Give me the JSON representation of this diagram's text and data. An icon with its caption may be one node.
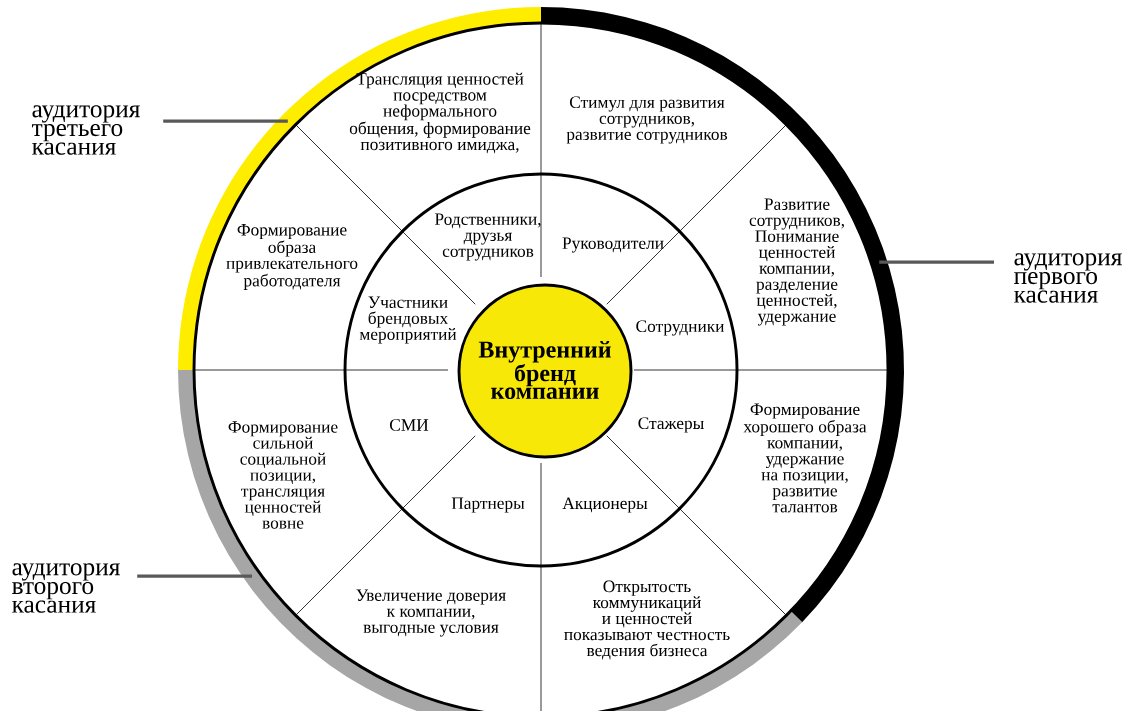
{
  "diagram": {
    "nodes": [
      {
        "text": [
          "аудитория третьего касания"
        ]
      },
      {
        "text": [
          "аудитория первого касания"
        ]
      },
      {
        "text": [
          "аудитория второго касания"
        ]
      },
      {
        "text": [],
        "shape": "arc"
      },
      {
        "text": [],
        "shape": "arc"
      },
      {
        "text": [],
        "shape": "arc"
      },
      {
        "text": [
          "Внутренний бренд компании"
        ]
      },
      {
        "text": [
          "Родственники, друзья сотрудников"
        ]
      },
      {
        "text": [
          "Руководители"
        ]
      },
      {
        "text": [
          "Сотрудники"
        ]
      },
      {
        "text": [
          "Стажеры"
        ]
      },
      {
        "text": [
          "Акционеры"
        ]
      },
      {
        "text": [
          "Партнеры"
        ]
      },
      {
        "text": [
          "СМИ"
        ]
      },
      {
        "text": [
          "Участники брендовых мероприятий"
        ]
      },
      {
        "text": [
          "Трансляция ценностей посредством неформального общения, формирование позитивного имиджа,"
        ]
      },
      {
        "text": [
          "Стимул для развития сотрудников, развитие сотрудников"
        ]
      },
      {
        "text": [
          "Развитие сотрудников, Понимание ценностей компании, разделение ценностей, удержание"
        ]
      },
      {
        "text": [
          "Формирование хорошего образа компании, удержание на позиции, развитие талантов"
        ]
      },
      {
        "text": [
          "Открытость коммуникаций и ценностей показывают честность ведения бизнеса"
        ]
      },
      {
        "text": [
          "Увеличение доверия к компании, выгодные условия"
        ]
      },
      {
        "text": [
          "Формирование сильной социальной позиции, трансляция ценностей вовне"
        ]
      },
      {
        "text": [
          "Формирование образа привлекательного работодателя"
        ]
      }
    ],
    "edges": [
      {
        "from": 0,
        "to": 3,
        "arrow": "none"
      },
      {
        "from": 1,
        "to": 4,
        "arrow": "none"
      },
      {
        "from": 2,
        "to": 5,
        "arrow": "none"
      }
    ]
  }
}
